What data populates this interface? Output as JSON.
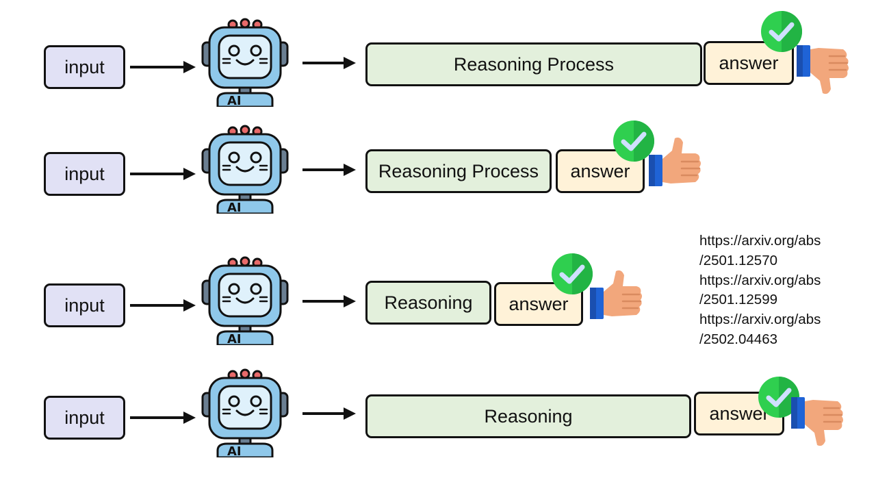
{
  "rows": [
    {
      "input_label": "input",
      "reasoning_label": "Reasoning Process",
      "answer_label": "answer",
      "verdict": "thumbs-down-icon"
    },
    {
      "input_label": "input",
      "reasoning_label": "Reasoning Process",
      "answer_label": "answer",
      "verdict": "thumbs-up-icon"
    },
    {
      "input_label": "input",
      "reasoning_label": "Reasoning",
      "answer_label": "answer",
      "verdict": "thumbs-up-icon"
    },
    {
      "input_label": "input",
      "reasoning_label": "Reasoning",
      "answer_label": "answer",
      "verdict": "thumbs-down-icon"
    }
  ],
  "robot_badge": "AI",
  "references": [
    "https://arxiv.org/abs",
    "/2501.12570",
    "https://arxiv.org/abs",
    "/2501.12599",
    "https://arxiv.org/abs",
    "/2502.04463"
  ],
  "colors": {
    "input_fill": "#e1e1f5",
    "reasoning_fill": "#e3f0dc",
    "answer_fill": "#fff2d8",
    "check_green": "#2fcf4f",
    "thumb_skin": "#f2a77c",
    "thumb_cuff": "#1f63d6",
    "robot_face": "#a9d9f3"
  }
}
